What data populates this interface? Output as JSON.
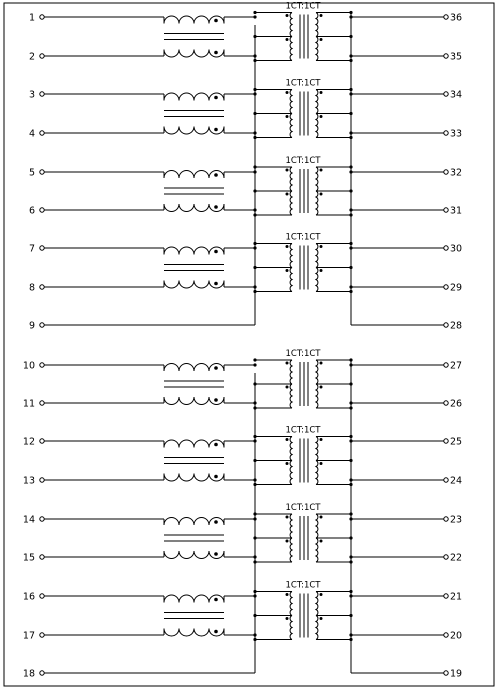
{
  "transformer_label": "1CT:1CT",
  "pins_left": [
    "1",
    "2",
    "3",
    "4",
    "5",
    "6",
    "7",
    "8",
    "9",
    "10",
    "11",
    "12",
    "13",
    "14",
    "15",
    "16",
    "17",
    "18"
  ],
  "pins_right": [
    "36",
    "35",
    "34",
    "33",
    "32",
    "31",
    "30",
    "29",
    "28",
    "27",
    "26",
    "25",
    "24",
    "23",
    "22",
    "21",
    "20",
    "19"
  ],
  "colors": {
    "line": "#000000",
    "background": "#ffffff"
  }
}
